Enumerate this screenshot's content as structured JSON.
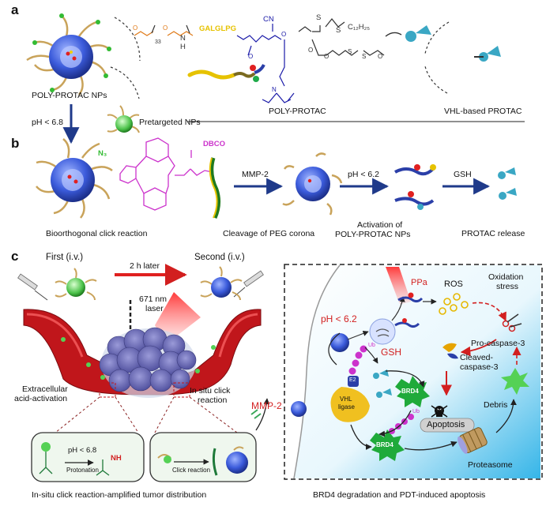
{
  "panels": {
    "a": {
      "label": "a",
      "np_caption": "POLY-PROTAC NPs",
      "ph_condition": "pH < 6.8",
      "pretargeted_caption": "Pretargeted NPs",
      "peptide_seq": "GALGLPG",
      "chem_n": "N",
      "chem_h": "H",
      "chem_cn": "CN",
      "chem_sub33": "33",
      "chem_s1": "S",
      "chem_s2": "S",
      "chem_c12h25": "C₁₂H₂₅",
      "chem_o1": "O",
      "chem_o2": "O",
      "chem_o3": "O",
      "chem_o4": "O",
      "chem_o5": "O",
      "chem_o6": "O",
      "chem_o7": "O",
      "chem_n2": "N",
      "chem_s3": "S",
      "chem_s4": "S",
      "polyprotac_caption": "POLY-PROTAC",
      "vhl_protac_caption": "VHL-based PROTAC"
    },
    "b": {
      "label": "b",
      "n3_label": "N₃",
      "dbco_label": "DBCO",
      "mmp2_arrow": "MMP-2",
      "ph_arrow": "pH < 6.2",
      "gsh_arrow": "GSH",
      "cap_click": "Bioorthogonal click reaction",
      "cap_cleavage": "Cleavage of PEG corona",
      "cap_activation_line1": "Activation of",
      "cap_activation_line2": "POLY-PROTAC NPs",
      "cap_release": "PROTAC release"
    },
    "c": {
      "label": "c",
      "first_injection": "First (i.v.)",
      "second_injection": "Second (i.v.)",
      "time_delay": "2 h later",
      "laser_line1": "671 nm",
      "laser_line2": "laser",
      "extracellular_line1": "Extracellular",
      "extracellular_line2": "acid-activation",
      "insitu_line1": "In situ click",
      "insitu_line2": "reaction",
      "mmp2": "MMP-2",
      "inset_ph": "pH < 6.8",
      "inset_nh": "NH",
      "inset_protonation": "Protonation",
      "inset_click": "Click reaction",
      "left_caption": "In-situ click reaction-amplified tumor distribution",
      "right_caption": "BRD4 degradation and PDT-induced apoptosis",
      "ppa": "PPa",
      "ros": "ROS",
      "oxidation_line1": "Oxidation",
      "oxidation_line2": "stress",
      "ph_cell": "pH < 6.2",
      "gsh_cell": "GSH",
      "procaspase": "Pro-caspase-3",
      "cleaved_line1": "Cleaved-",
      "cleaved_line2": "caspase-3",
      "apoptosis": "Apoptosis",
      "debris": "Debris",
      "proteasome": "Proteasome",
      "brd4_a": "BRD4",
      "brd4_b": "BRD4",
      "vhl_line1": "VHL",
      "vhl_line2": "ligase",
      "e2": "E2",
      "ub1": "Ub",
      "ub2": "Ub"
    }
  },
  "colors": {
    "peptide": "#e6c200",
    "polymer_blue": "#1a1aa8",
    "dbco_magenta": "#cc33cc",
    "n3_green": "#33bb33",
    "vessel_red": "#c0161b",
    "arrow_navy": "#1f3a8a",
    "cell_blue": "#35b5e8",
    "accent_red": "#e0201f",
    "np_blue": "#3b5bdb",
    "peg_tan": "#c9a35a"
  }
}
